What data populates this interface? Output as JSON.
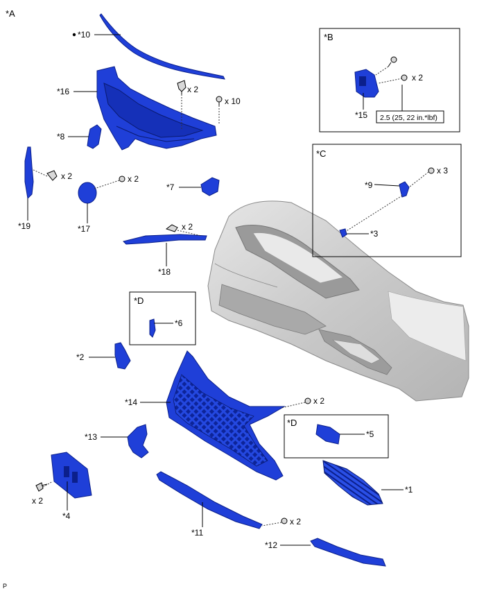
{
  "view_labels": {
    "a": "*A",
    "b": "*B",
    "c": "*C",
    "d1": "*D",
    "d2": "*D"
  },
  "part_labels": {
    "p1": "*1",
    "p2": "*2",
    "p3": "*3",
    "p4": "*4",
    "p5": "*5",
    "p6": "*6",
    "p7": "*7",
    "p8": "*8",
    "p9": "*9",
    "p10": "*10",
    "p11": "*11",
    "p12": "*12",
    "p13": "*13",
    "p14": "*14",
    "p15": "*15",
    "p16": "*16",
    "p17": "*17",
    "p18": "*18",
    "p19": "*19"
  },
  "quantities": {
    "q16_clip": "x 2",
    "q16_screw": "x 10",
    "q15_screw": "x 2",
    "q19_clip": "x 2",
    "q17_screw": "x 2",
    "q18_clip": "x 2",
    "q9_screw": "x 3",
    "q14_screw": "x 2",
    "q4_bolt": "x 2",
    "q11_screw": "x 2"
  },
  "torque_spec": "2.5 (25, 22 in.*lbf)",
  "corner_code": "P",
  "colors": {
    "part_blue": "#1f3fd8",
    "bumper_gray": "#cfcfcf"
  }
}
